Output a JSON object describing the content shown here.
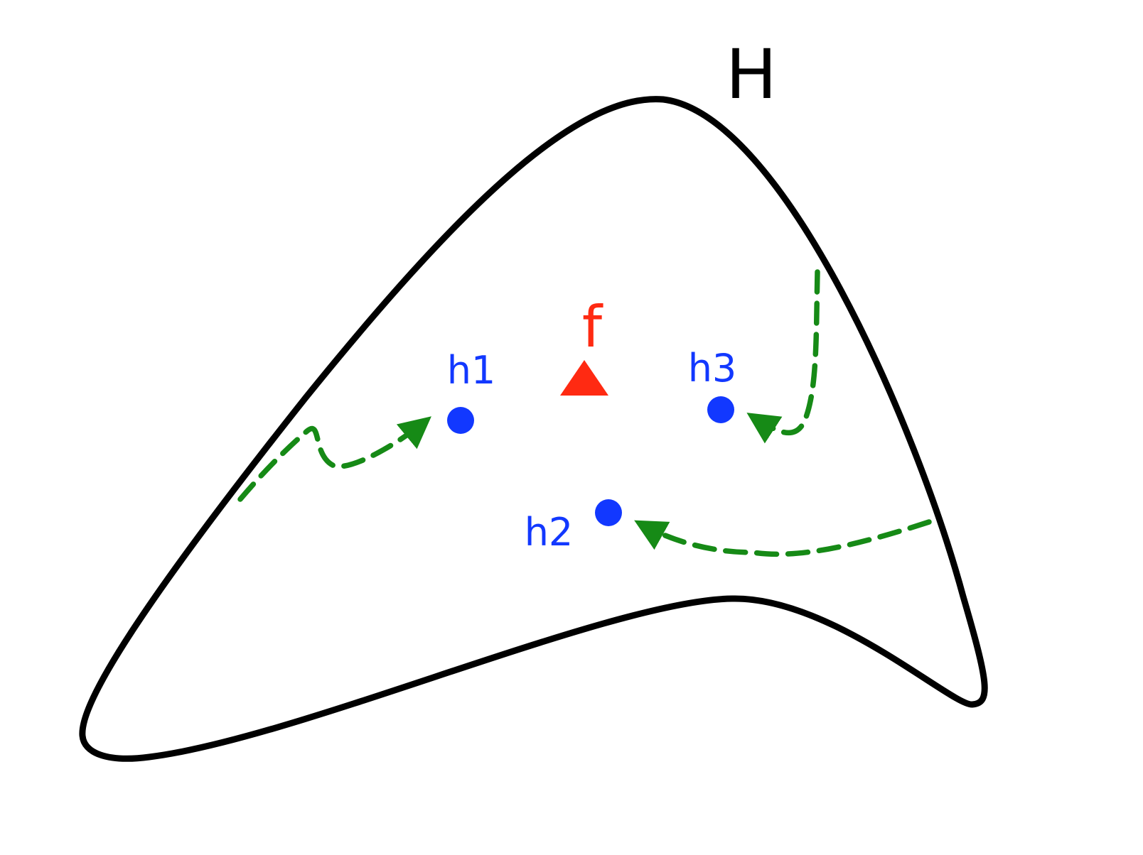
{
  "diagram": {
    "region_label": "H",
    "target_label": "f",
    "points": [
      {
        "label": "h1"
      },
      {
        "label": "h2"
      },
      {
        "label": "h3"
      }
    ],
    "colors": {
      "outline": "#000000",
      "target": "#ff2a12",
      "points": "#1238ff",
      "paths": "#168a16",
      "background": "#ffffff"
    },
    "icons": {
      "target": "triangle",
      "point": "circle",
      "path": "dashed-arrow"
    }
  }
}
